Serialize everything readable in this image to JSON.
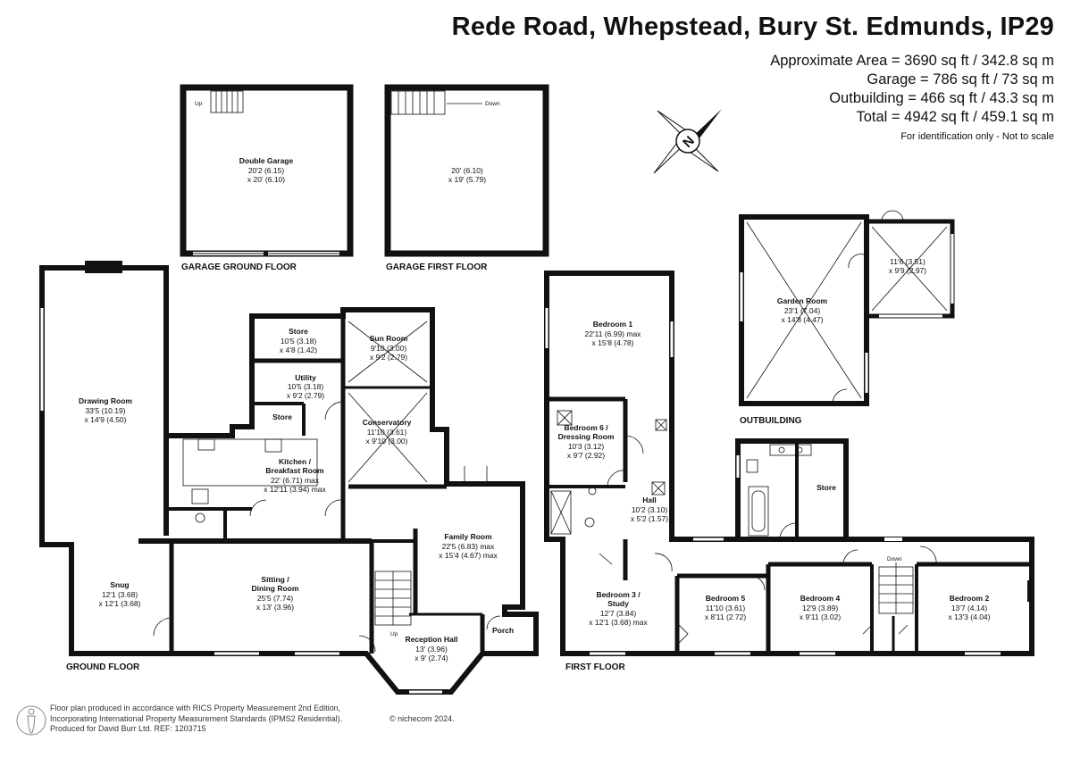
{
  "header": {
    "title": "Rede Road, Whepstead, Bury St. Edmunds, IP29",
    "area_lines": [
      "Approximate Area = 3690 sq ft / 342.8 sq m",
      "Garage = 786 sq ft / 73 sq m",
      "Outbuilding = 466 sq ft / 43.3 sq m",
      "Total = 4942 sq ft / 459.1 sq m"
    ],
    "note": "For identification only - Not to scale"
  },
  "compass": {
    "letter": "N"
  },
  "sections": {
    "garage_ground": "GARAGE GROUND FLOOR",
    "garage_first": "GARAGE FIRST FLOOR",
    "ground_floor": "GROUND FLOOR",
    "first_floor": "FIRST FLOOR",
    "outbuilding": "OUTBUILDING"
  },
  "rooms": {
    "double_garage": {
      "name": "Double Garage",
      "dim1": "20'2 (6.15)",
      "dim2": "x 20' (6.10)"
    },
    "garage_upper": {
      "dim1": "20' (6.10)",
      "dim2": "x 19' (5.79)"
    },
    "drawing_room": {
      "name": "Drawing Room",
      "dim1": "33'5 (10.19)",
      "dim2": "x 14'9 (4.50)"
    },
    "snug": {
      "name": "Snug",
      "dim1": "12'1 (3.68)",
      "dim2": "x 12'1 (3.68)"
    },
    "store1": {
      "name": "Store",
      "dim1": "10'5 (3.18)",
      "dim2": "x 4'8 (1.42)"
    },
    "utility": {
      "name": "Utility",
      "dim1": "10'5 (3.18)",
      "dim2": "x 9'2 (2.79)"
    },
    "store2": {
      "name": "Store"
    },
    "sun_room": {
      "name": "Sun Room",
      "dim1": "9'10 (3.00)",
      "dim2": "x 9'2 (2.79)"
    },
    "conservatory": {
      "name": "Conservatory",
      "dim1": "11'10 (3.61)",
      "dim2": "x 9'10 (3.00)"
    },
    "kitchen": {
      "name1": "Kitchen /",
      "name2": "Breakfast Room",
      "dim1": "22' (6.71) max",
      "dim2": "x 12'11 (3.94) max"
    },
    "family_room": {
      "name": "Family Room",
      "dim1": "22'5 (6.83) max",
      "dim2": "x 15'4 (4.67) max"
    },
    "sitting_room": {
      "name1": "Sitting /",
      "name2": "Dining Room",
      "dim1": "25'5 (7.74)",
      "dim2": "x 13' (3.96)"
    },
    "reception_hall": {
      "name": "Reception Hall",
      "dim1": "13' (3.96)",
      "dim2": "x 9' (2.74)"
    },
    "porch": {
      "name": "Porch"
    },
    "bedroom1": {
      "name": "Bedroom 1",
      "dim1": "22'11 (6.99) max",
      "dim2": "x 15'8 (4.78)"
    },
    "bedroom6": {
      "name1": "Bedroom 6 /",
      "name2": "Dressing Room",
      "dim1": "10'3 (3.12)",
      "dim2": "x 9'7 (2.92)"
    },
    "hall": {
      "name": "Hall",
      "dim1": "10'2 (3.10)",
      "dim2": "x 5'2 (1.57)"
    },
    "bedroom3": {
      "name1": "Bedroom 3 /",
      "name2": "Study",
      "dim1": "12'7 (3.84)",
      "dim2": "x 12'1 (3.68) max"
    },
    "bedroom5": {
      "name": "Bedroom 5",
      "dim1": "11'10 (3.61)",
      "dim2": "x 8'11 (2.72)"
    },
    "bedroom4": {
      "name": "Bedroom 4",
      "dim1": "12'9 (3.89)",
      "dim2": "x 9'11 (3.02)"
    },
    "bedroom2": {
      "name": "Bedroom 2",
      "dim1": "13'7 (4.14)",
      "dim2": "x 13'3 (4.04)"
    },
    "store_first": {
      "name": "Store"
    },
    "garden_room": {
      "name": "Garden Room",
      "dim1": "23'1 (7.04)",
      "dim2": "x 14'8 (4.47)"
    },
    "outbuilding_annex": {
      "dim1": "11'6 (3.51)",
      "dim2": "x 9'9 (2.97)"
    }
  },
  "stairs": {
    "up": "Up",
    "down": "Down"
  },
  "footer": {
    "line1": "Floor plan produced in accordance with RICS Property Measurement 2nd Edition,",
    "line2": "Incorporating International Property Measurement Standards (IPMS2 Residential).",
    "line3": "Produced for David Burr Ltd.   REF:   1203715",
    "copyright": "© nichecom 2024."
  }
}
